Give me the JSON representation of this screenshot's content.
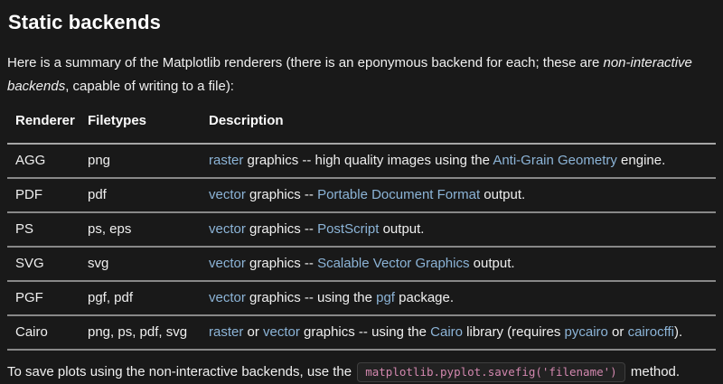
{
  "title": "Static backends",
  "intro": {
    "before_italic": "Here is a summary of the Matplotlib renderers (there is an eponymous backend for each; these are ",
    "italic": "non-interactive backends",
    "after_italic": ", capable of writing to a file):"
  },
  "table": {
    "headers": [
      "Renderer",
      "Filetypes",
      "Description"
    ],
    "rows": [
      {
        "renderer": "AGG",
        "filetypes": "png",
        "description": [
          {
            "text": "raster",
            "link": true
          },
          {
            "text": " graphics -- high quality images using the ",
            "link": false
          },
          {
            "text": "Anti-Grain Geometry",
            "link": true
          },
          {
            "text": " engine.",
            "link": false
          }
        ]
      },
      {
        "renderer": "PDF",
        "filetypes": "pdf",
        "description": [
          {
            "text": "vector",
            "link": true
          },
          {
            "text": " graphics -- ",
            "link": false
          },
          {
            "text": "Portable Document Format",
            "link": true
          },
          {
            "text": " output.",
            "link": false
          }
        ]
      },
      {
        "renderer": "PS",
        "filetypes": "ps, eps",
        "description": [
          {
            "text": "vector",
            "link": true
          },
          {
            "text": " graphics -- ",
            "link": false
          },
          {
            "text": "PostScript",
            "link": true
          },
          {
            "text": " output.",
            "link": false
          }
        ]
      },
      {
        "renderer": "SVG",
        "filetypes": "svg",
        "description": [
          {
            "text": "vector",
            "link": true
          },
          {
            "text": " graphics -- ",
            "link": false
          },
          {
            "text": "Scalable Vector Graphics",
            "link": true
          },
          {
            "text": " output.",
            "link": false
          }
        ]
      },
      {
        "renderer": "PGF",
        "filetypes": "pgf, pdf",
        "description": [
          {
            "text": "vector",
            "link": true
          },
          {
            "text": " graphics -- using the ",
            "link": false
          },
          {
            "text": "pgf",
            "link": true
          },
          {
            "text": " package.",
            "link": false
          }
        ]
      },
      {
        "renderer": "Cairo",
        "filetypes": "png, ps, pdf, svg",
        "description": [
          {
            "text": "raster",
            "link": true
          },
          {
            "text": " or ",
            "link": false
          },
          {
            "text": "vector",
            "link": true
          },
          {
            "text": " graphics -- using the ",
            "link": false
          },
          {
            "text": "Cairo",
            "link": true
          },
          {
            "text": " library (requires ",
            "link": false
          },
          {
            "text": "pycairo",
            "link": true
          },
          {
            "text": " or ",
            "link": false
          },
          {
            "text": "cairocffi",
            "link": true
          },
          {
            "text": ").",
            "link": false
          }
        ]
      }
    ]
  },
  "footer": {
    "before_code": "To save plots using the non-interactive backends, use the ",
    "code": "matplotlib.pyplot.savefig('filename')",
    "after_code": " method."
  },
  "colors": {
    "background": "#191919",
    "text": "#f2f2f2",
    "link": "#8cb4d7",
    "code_text": "#d287ae",
    "header_divider": "#a6a6a6",
    "row_divider": "#888888"
  }
}
